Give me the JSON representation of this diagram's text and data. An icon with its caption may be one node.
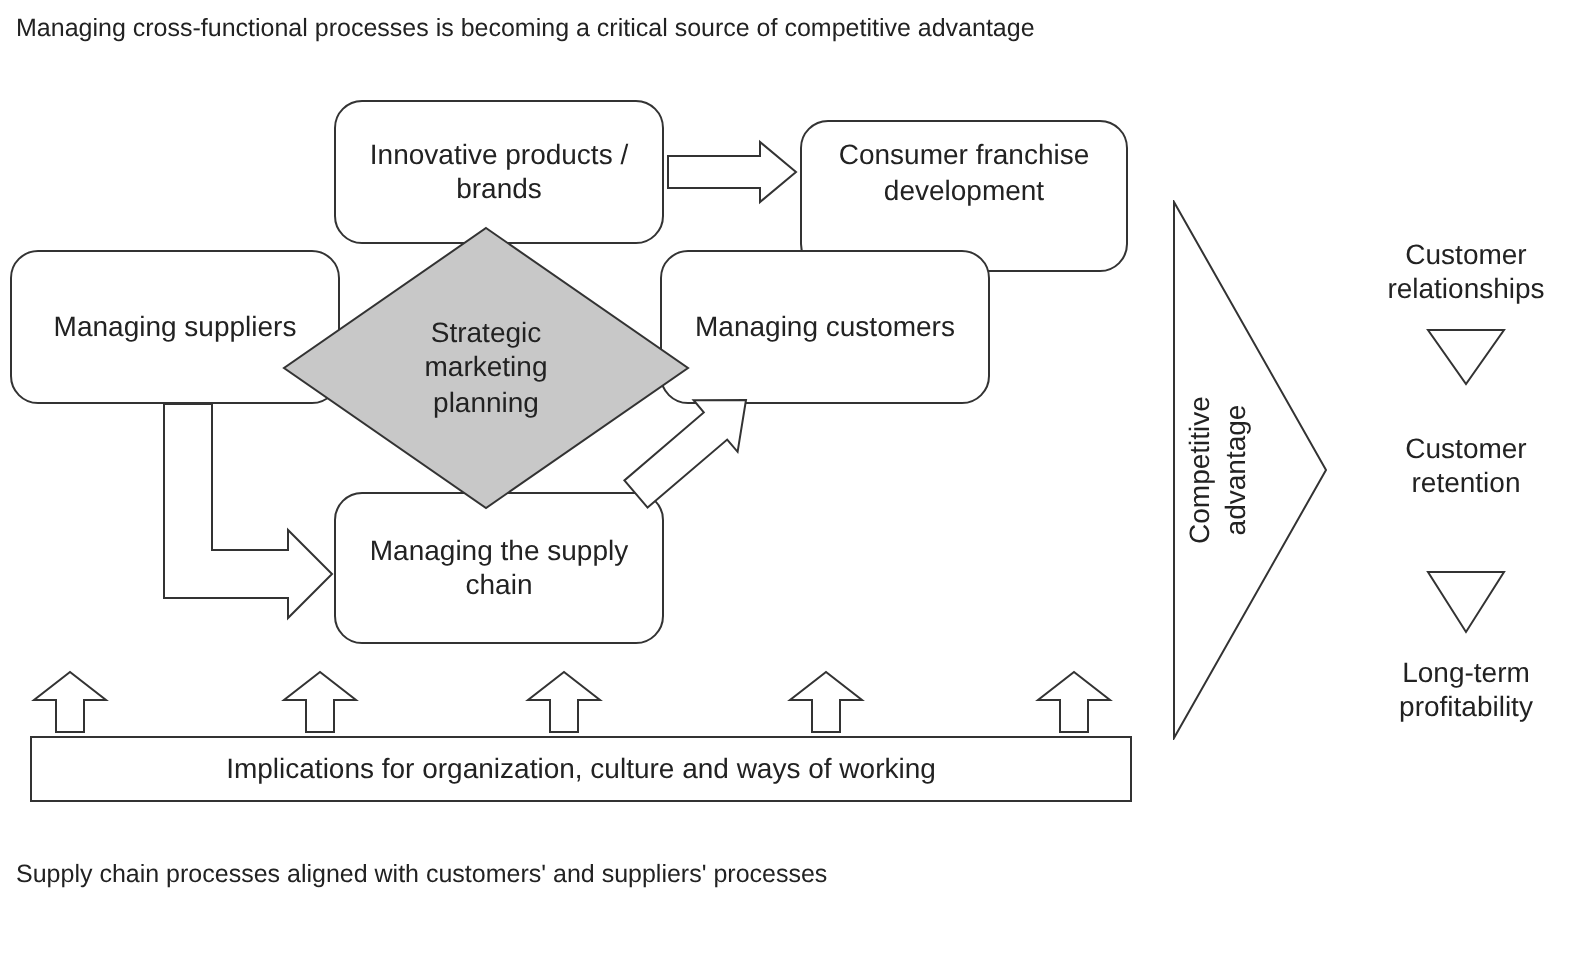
{
  "diagram": {
    "title": "Managing cross-functional processes is becoming a critical source of competitive advantage",
    "caption": "Supply chain processes aligned with customers' and suppliers' processes",
    "nodes": [
      {
        "text": [
          "Innovative products / brands"
        ]
      },
      {
        "text": [
          "Consumer franchise development"
        ]
      },
      {
        "text": [
          "Managing suppliers"
        ]
      },
      {
        "text": [
          "Managing customers"
        ]
      },
      {
        "text": [
          "Strategic marketing planning"
        ]
      },
      {
        "text": [
          "Managing the supply chain"
        ]
      },
      {
        "text": [
          "Competitive advantage"
        ]
      },
      {
        "text": [
          "Customer relationships"
        ]
      },
      {
        "text": [
          "Customer retention"
        ]
      },
      {
        "text": [
          "Long-term profitability"
        ]
      },
      {
        "text": [
          "Implications for organization, culture and ways of working"
        ]
      }
    ],
    "edges": [
      {
        "from": 0,
        "to": 1,
        "arrow": "to"
      },
      {
        "from": 2,
        "to": 5,
        "arrow": "to"
      },
      {
        "from": 5,
        "to": 3,
        "arrow": "to"
      },
      {
        "from": 7,
        "to": 8,
        "arrow": "to"
      },
      {
        "from": 8,
        "to": 9,
        "arrow": "to"
      },
      {
        "from": 10,
        "to": null,
        "arrow": "to"
      },
      {
        "from": 10,
        "to": null,
        "arrow": "to"
      },
      {
        "from": 10,
        "to": null,
        "arrow": "to"
      },
      {
        "from": 10,
        "to": null,
        "arrow": "to"
      },
      {
        "from": 10,
        "to": null,
        "arrow": "to"
      }
    ]
  }
}
